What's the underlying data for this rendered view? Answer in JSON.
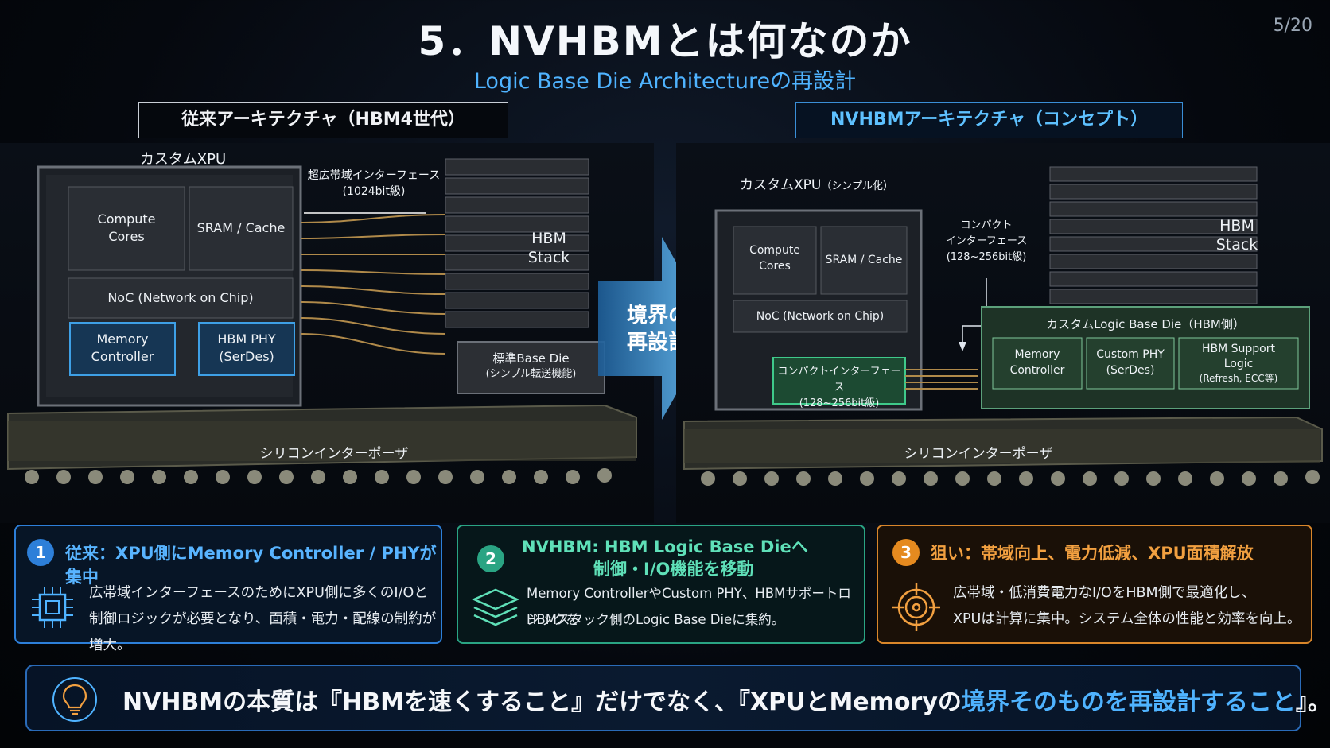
{
  "header": {
    "title": "5．NVHBMとは何なのか",
    "subtitle": "Logic Base Die Architectureの再設計",
    "page": "5/20"
  },
  "left_panel": {
    "label": "従来アーキテクチャ（HBM4世代）",
    "xpu_label": "カスタムXPU",
    "compute": "Compute\nCores",
    "sram": "SRAM / Cache",
    "noc": "NoC (Network on Chip)",
    "memctrl": "Memory\nController",
    "hbmphy": "HBM PHY\n(SerDes)",
    "interface_label": "超広帯域インターフェース",
    "interface_width": "(1024bit級)",
    "hbm_stack": "HBM\nStack",
    "base_die": "標準Base Die",
    "base_die_note": "(シンプル転送機能)",
    "interposer": "シリコンインターポーザ"
  },
  "arrow": {
    "label": "境界の\n再設計"
  },
  "right_panel": {
    "label": "NVHBMアーキテクチャ（コンセプト）",
    "xpu_label": "カスタムXPU",
    "xpu_note": "（シンプル化）",
    "compute": "Compute\nCores",
    "sram": "SRAM / Cache",
    "noc": "NoC (Network on Chip)",
    "compact_if": "コンパクトインターフェース\n(128~256bit級)",
    "callout": "コンパクト\nインターフェース\n(128~256bit級)",
    "hbm_stack": "HBM\nStack",
    "logic_base_die": "カスタムLogic Base Die（HBM側）",
    "memctrl": "Memory\nController",
    "customphy": "Custom PHY\n(SerDes)",
    "hbm_support": "HBM Support\nLogic",
    "hbm_support_note": "(Refresh, ECC等)",
    "interposer": "シリコンインターポーザ"
  },
  "cards": [
    {
      "num": "1",
      "title": "従来：XPU側にMemory Controller / PHYが集中",
      "body1": "広帯域インターフェースのためにXPU側に多くのI/Oと",
      "body2": "制御ロジックが必要となり、面積・電力・配線の制約が増大。",
      "icon": "chip-icon",
      "color": "#2d7fd9"
    },
    {
      "num": "2",
      "title": "NVHBM: HBM Logic Base Dieへ",
      "title2": "制御・I/O機能を移動",
      "body1": "Memory ControllerやCustom PHY、HBMサポートロジックを",
      "body2": "HBMスタック側のLogic Base Dieに集約。",
      "icon": "layers-icon",
      "color": "#2aa483"
    },
    {
      "num": "3",
      "title": "狙い：帯域向上、電力低減、XPU面積解放",
      "body1": "広帯域・低消費電力なI/OをHBM側で最適化し、",
      "body2": "XPUは計算に集中。システム全体の性能と効率を向上。",
      "icon": "target-icon",
      "color": "#e58a1f"
    }
  ],
  "bottom": {
    "text_a": "NVHBMの本質は『HBMを速くすること』だけでなく、『XPUとMemoryの",
    "text_b": "境界そのものを再設計すること",
    "text_c": "』。",
    "icon": "lightbulb-icon"
  },
  "colors": {
    "accent_blue": "#4fb3ff",
    "accent_green": "#2aa483",
    "accent_orange": "#e58a1f"
  }
}
